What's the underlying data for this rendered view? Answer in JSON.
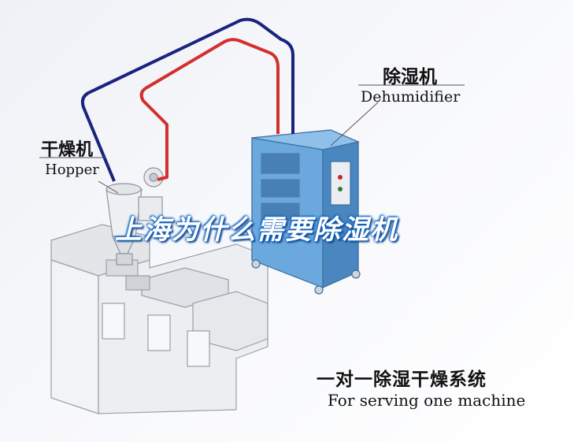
{
  "overlay_title": "上海为什么需要除湿机",
  "labels": {
    "dehumidifier_cn": "除湿机",
    "dehumidifier_en": "Dehumidifier",
    "hopper_cn": "干燥机",
    "hopper_en": "Hopper",
    "system_cn": "一对一除湿干燥系统",
    "system_en": "For serving one machine"
  },
  "colors": {
    "pipe_blue": "#1a237e",
    "pipe_red": "#d32f2f",
    "cabinet_blue": "#5b9bd5",
    "title_blue": "#1565c0"
  }
}
